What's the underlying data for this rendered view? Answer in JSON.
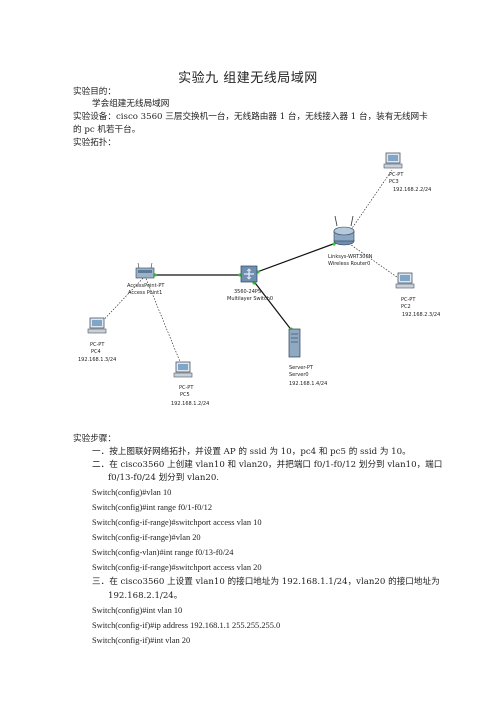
{
  "doc": {
    "title": "实验九  组建无线局域网",
    "purpose_head": "实验目的：",
    "purpose_body": "学会组建无线局域网",
    "devices_line1": "实验设备：cisco 3560 三层交换机一台，无线路由器 1 台，无线接入器 1 台，装有无线网卡",
    "devices_line2": "的 pc 机若干台。",
    "topo_head": "实验拓扑：",
    "steps_head": "实验步骤：",
    "step1": "一．按上图联好网络拓扑，并设置 AP 的 ssid 为 10，pc4 和 pc5 的 ssid 为 10。",
    "step2_line1": "二．在 cisco3560 上创建 vlan10 和 vlan20，并把端口 f0/1-f0/12 划分到 vlan10，端口",
    "step2_line2": "f0/13-f0/24 划分到 vlan20.",
    "cmds1": [
      "Switch(config)#vlan 10",
      "Switch(config)#int range f0/1-f0/12",
      "Switch(config-if-range)#switchport access vlan 10",
      "Switch(config-if-range)#vlan 20",
      "Switch(config-vlan)#int range f0/13-f0/24",
      "Switch(config-if-range)#switchport access vlan 20"
    ],
    "step3_line1": "三．在 cisco3560 上设置 vlan10 的接口地址为 192.168.1.1/24，vlan20 的接口地址为",
    "step3_line2": "192.168.2.1/24。",
    "cmds2": [
      "Switch(config)#int vlan 10",
      "Switch(config-if)#ip address 192.168.1.1 255.255.255.0",
      "Switch(config-if)#int vlan 20"
    ]
  },
  "topology": {
    "pc3": {
      "l1": "PC-PT",
      "l2": "PC3",
      "ip": "192.168.2.2/24"
    },
    "router": {
      "l1": "Linksys-WRT300N",
      "l2": "Wireless Router0"
    },
    "pc2": {
      "l1": "PC-PT",
      "l2": "PC2",
      "ip": "192.168.2.3/24"
    },
    "ap": {
      "l1": "AccessPoint-PT",
      "l2": "Access Point1"
    },
    "switch": {
      "l1": "3560-24PS",
      "l2": "Multilayer Switch0"
    },
    "pc4": {
      "l1": "PC-PT",
      "l2": "PC4",
      "ip": "192.168.1.3/24"
    },
    "pc5": {
      "l1": "PC-PT",
      "l2": "PC5",
      "ip": "192.168.1.2/24"
    },
    "server": {
      "l1": "Server-PT",
      "l2": "Server0",
      "ip": "192.168.1.4/24"
    }
  }
}
